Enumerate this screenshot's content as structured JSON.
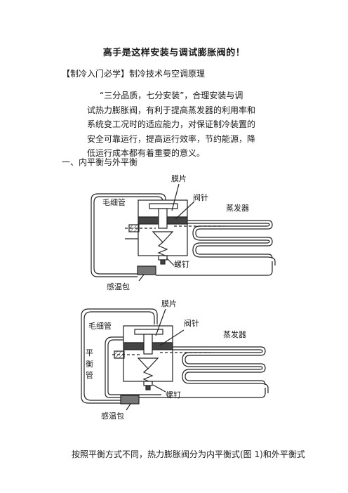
{
  "title": "高手是这样安装与调试膨胀阀的！",
  "subtitle": "【制冷入门必学】制冷技术与空调原理",
  "paragraph_lines": [
    "“三分品质，七分安装”，合理安装与调",
    "试热力膨胀阀，有利于提高蒸发器的利用率和",
    "系统变工况时的适应能力，对保证制冷装置的",
    "安全可靠运行，提高运行效率，节约能源，降",
    "低运行成本都有着重要的意义。"
  ],
  "section_heading": "一、内平衡与外平衡",
  "figure1": {
    "labels": {
      "diaphragm": "膜片",
      "valve_needle": "阀针",
      "capillary": "毛细管",
      "evaporator": "蒸发器",
      "screw": "螺钉",
      "bulb": "感温包"
    }
  },
  "figure2": {
    "labels": {
      "diaphragm": "膜片",
      "valve_needle": "阀针",
      "capillary": "毛细管",
      "balance_tube_1": "平",
      "balance_tube_2": "衡",
      "balance_tube_3": "管",
      "evaporator": "蒸发器",
      "screw": "螺钉",
      "bulb": "感温包"
    }
  },
  "bottom_text": "按照平衡方式不同，热力膨胀阀分为内平衡式(图  1)和外平衡式"
}
